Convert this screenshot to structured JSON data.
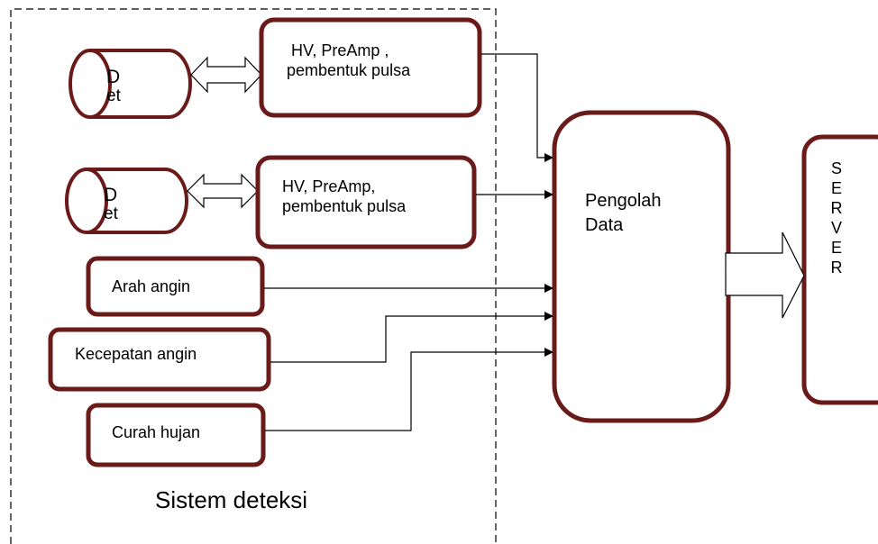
{
  "diagram": {
    "colors": {
      "box_border": "#6b1a1a",
      "line": "#000000",
      "dashed": "#000000"
    },
    "detectors": [
      {
        "label_line1": "D",
        "label_line2": "et"
      },
      {
        "label_line1": "D",
        "label_line2": "et"
      }
    ],
    "processors": [
      {
        "line1": "HV,  PreAmp ,",
        "line2": "pembentuk pulsa"
      },
      {
        "line1": "HV,  PreAmp,",
        "line2": "pembentuk pulsa"
      }
    ],
    "sensors": [
      {
        "label": "Arah angin"
      },
      {
        "label": "Kecepatan angin"
      },
      {
        "label": "Curah hujan"
      }
    ],
    "data_processor": {
      "line1": "Pengolah",
      "line2": "Data"
    },
    "server": {
      "letters": [
        "S",
        "E",
        "R",
        "V",
        "E",
        "R"
      ]
    },
    "group_caption": "Sistem deteksi"
  }
}
